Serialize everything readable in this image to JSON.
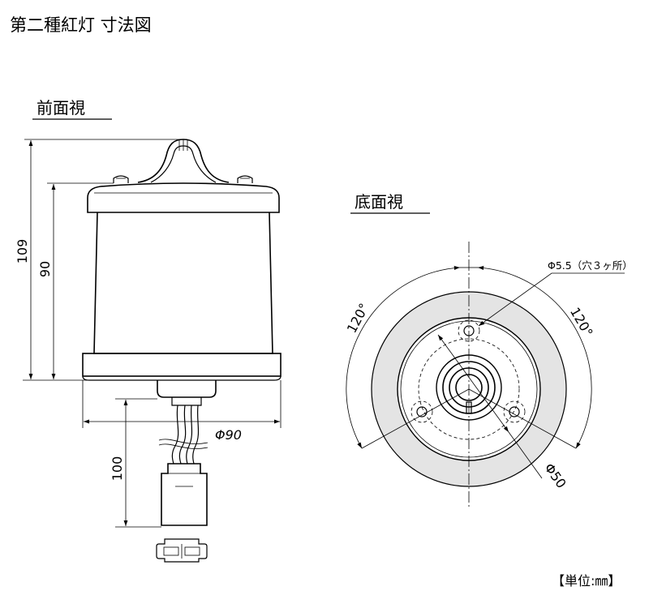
{
  "title": "第二種紅灯 寸法図",
  "views": {
    "front": "前面視",
    "bottom": "底面視"
  },
  "dimensions": {
    "overall_height": "109",
    "body_height": "90",
    "diameter": "Φ90",
    "cable_length": "100",
    "hole": "Φ5.5（穴３ヶ所）",
    "angle_left": "120°",
    "angle_right": "120°",
    "pcd": "Φ50"
  },
  "unit": "【単位:㎜】",
  "colors": {
    "line": "#000000",
    "flange_fill": "#e4e4e4",
    "background": "#ffffff"
  }
}
